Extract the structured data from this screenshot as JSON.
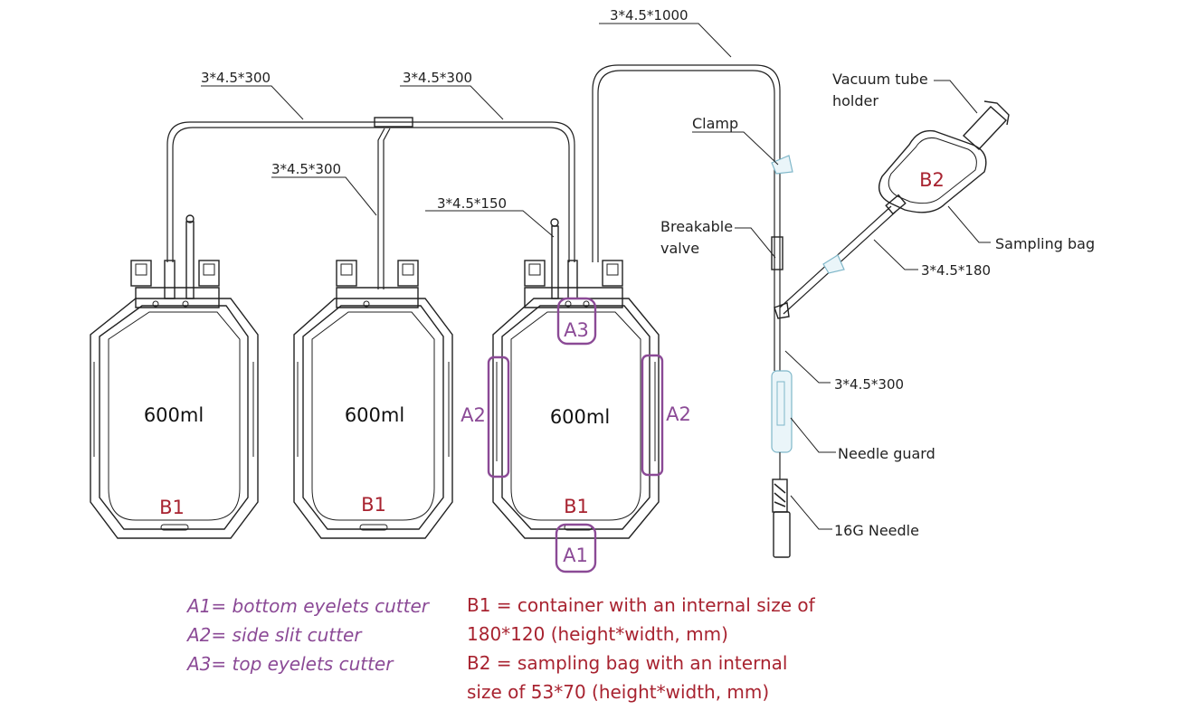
{
  "tubing_labels": {
    "t_main_1000": "3*4.5*1000",
    "t_left_300": "3*4.5*300",
    "t_mid_300": "3*4.5*300",
    "t_vert_300": "3*4.5*300",
    "t_150": "3*4.5*150",
    "t_sampling_180": "3*4.5*180",
    "t_needle_300": "3*4.5*300"
  },
  "components": {
    "vacuum_tube_holder_line1": "Vacuum tube",
    "vacuum_tube_holder_line2": "holder",
    "clamp": "Clamp",
    "breakable_valve_line1": "Breakable",
    "breakable_valve_line2": "valve",
    "sampling_bag": "Sampling bag",
    "needle_guard": "Needle guard",
    "needle": "16G Needle"
  },
  "bags": [
    {
      "volume": "600ml",
      "code": "B1"
    },
    {
      "volume": "600ml",
      "code": "B1"
    },
    {
      "volume": "600ml",
      "code": "B1"
    }
  ],
  "sampling_bag_code": "B2",
  "cutters": {
    "a1": "A1",
    "a2_left": "A2",
    "a2_right": "A2",
    "a3": "A3"
  },
  "legend": {
    "a1": "A1= bottom eyelets cutter",
    "a2": "A2= side slit cutter",
    "a3": "A3= top eyelets cutter",
    "b1_line1": "B1 = container with an internal size of",
    "b1_line2": "180*120 (height*width, mm)",
    "b2_line1": "B2 = sampling bag with an internal",
    "b2_line2": "size of 53*70 (height*width, mm)"
  },
  "colors": {
    "code_red": "#a82330",
    "cutter_purple": "#8b4a96",
    "guard_cyan": "#7fb7c9"
  }
}
